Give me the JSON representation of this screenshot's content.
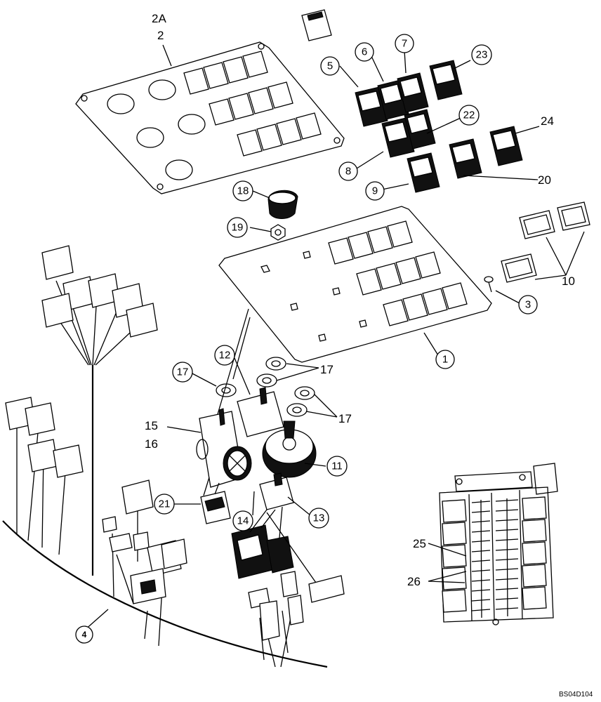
{
  "callouts": {
    "c1": "1",
    "c3": "3",
    "c4": "4",
    "c5": "5",
    "c6": "6",
    "c7": "7",
    "c8": "8",
    "c9": "9",
    "c11": "11",
    "c12": "12",
    "c13": "13",
    "c14": "14",
    "c17": "17",
    "c18": "18",
    "c19": "19",
    "c21": "21",
    "c22": "22",
    "c23": "23"
  },
  "labels": {
    "l2a": "2A",
    "l2": "2",
    "l24": "24",
    "l20": "20",
    "l10": "10",
    "l17a": "17",
    "l17b": "17",
    "l15": "15",
    "l16": "16",
    "l25": "25",
    "l26": "26"
  },
  "drawing_code": "BS04D104"
}
